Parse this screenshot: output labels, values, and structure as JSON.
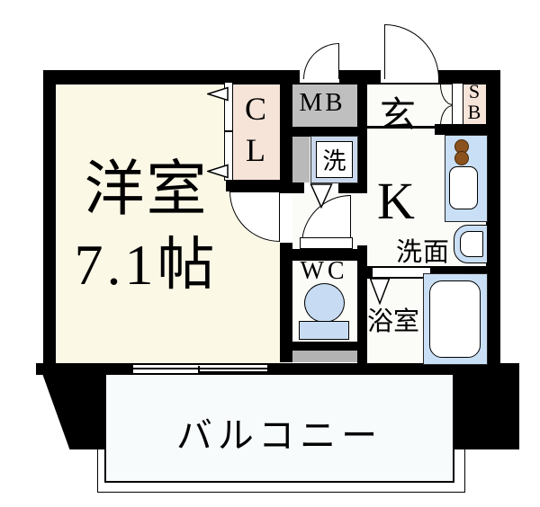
{
  "floorplan": {
    "unit": {
      "living": {
        "name": "洋室",
        "size": "7.1帖"
      },
      "closet": {
        "line1": "C",
        "line2": "L"
      },
      "meter_box": "MB",
      "entrance": "玄",
      "shoe_box": {
        "line1": "S",
        "line2": "B"
      },
      "washer": "洗",
      "kitchen": "K",
      "washroom": "洗面",
      "toilet": "WC",
      "bathroom": "浴室",
      "balcony": "バルコニー"
    },
    "colors": {
      "wall": "#000000",
      "living_fill": "#FBF8E6",
      "closet_fill": "#F6E4D9",
      "meter_box_fill": "#BFBFBF",
      "service_gray": "#B3B3B3",
      "fixture_blue": "#C9DFF5",
      "balcony_fill": "#F8FBFC",
      "burner_brown": "#8B521E"
    }
  }
}
